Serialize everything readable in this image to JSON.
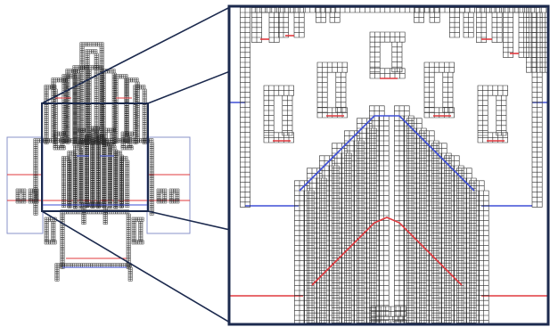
{
  "figure": {
    "kind": "zoomed-layout-diagram",
    "panels": [
      "overview-layout",
      "zoomed-inset"
    ],
    "wire_colors": {
      "red": "#e0393e",
      "blue": "#3e4fd6",
      "cell": "#2b2b2b"
    },
    "frame_color": "#1c2a4e"
  }
}
